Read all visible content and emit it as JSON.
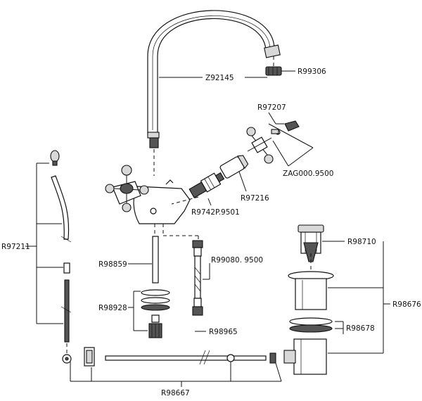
{
  "labels": {
    "spout": "Z92145",
    "aerator": "R99306",
    "handle_set": "R97207",
    "handle_assembly": "ZAG000.9500",
    "cap": "R97216",
    "cartridge": "R9742P.9501",
    "lift_rod": "R97211",
    "stud": "R98859",
    "hose": "R99080. 9500",
    "fixing_set": "R98928",
    "washer": "R98965",
    "pull_rod": "R98667",
    "plug": "R98710",
    "waste": "R98676",
    "gaskets": "R98678"
  }
}
